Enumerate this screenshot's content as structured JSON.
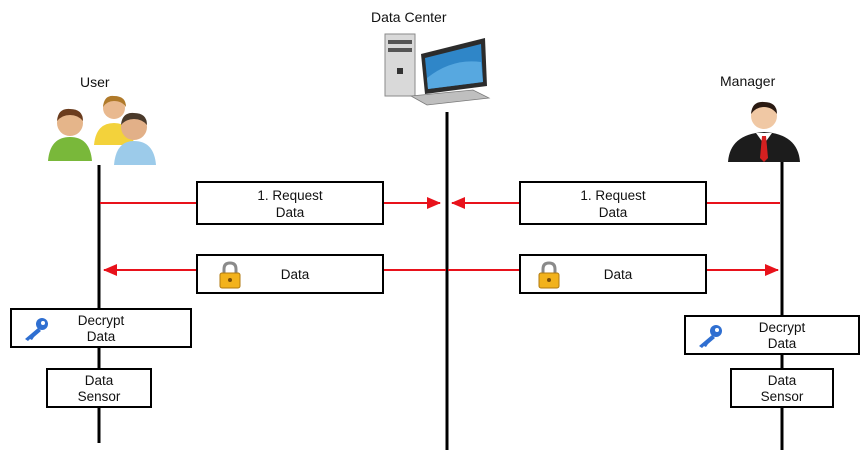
{
  "actors": {
    "user": {
      "label": "User",
      "icon": "users-group-icon"
    },
    "data_center": {
      "label": "Data Center",
      "icon": "desktop-computer-icon"
    },
    "manager": {
      "label": "Manager",
      "icon": "manager-icon"
    }
  },
  "messages": {
    "user_request": {
      "line1": "1. Request",
      "line2": "Data"
    },
    "manager_request": {
      "line1": "1. Request",
      "line2": "Data"
    },
    "user_data": {
      "label": "Data",
      "icon": "padlock-icon"
    },
    "manager_data": {
      "label": "Data",
      "icon": "padlock-icon"
    }
  },
  "user_steps": {
    "decrypt": {
      "line1": "Decrypt",
      "line2": "Data",
      "icon": "key-icon"
    },
    "sensor": {
      "line1": "Data",
      "line2": "Sensor"
    }
  },
  "manager_steps": {
    "decrypt": {
      "line1": "Decrypt",
      "line2": "Data",
      "icon": "key-icon"
    },
    "sensor": {
      "line1": "Data",
      "line2": "Sensor"
    }
  },
  "colors": {
    "arrow": "#e8121b",
    "lifeline": "#000000",
    "lock": "#f2b21c",
    "key": "#2f6fd1"
  }
}
